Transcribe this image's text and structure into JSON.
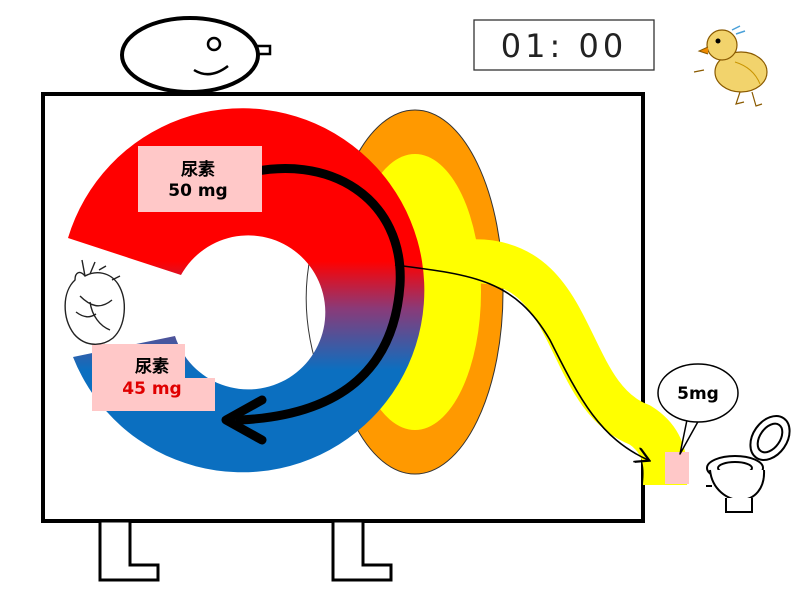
{
  "timer": "01: 00",
  "labels": {
    "top_name": "尿素",
    "top_value": "50 mg",
    "bottom_name": "尿素",
    "bottom_value": "45 mg",
    "excreted_value": "5mg"
  },
  "colors": {
    "arterial": "#ff0000",
    "venous": "#0b6fc0",
    "kidney_outer": "#ff9900",
    "kidney_inner": "#ffff00",
    "label_box": "#ffc8c8",
    "highlight_text": "#e00000"
  },
  "icons": [
    "heart-icon",
    "chick-icon",
    "toilet-icon"
  ]
}
